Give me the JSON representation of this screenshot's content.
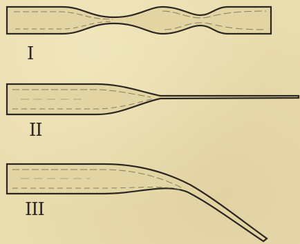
{
  "figure": {
    "labels": [
      "I",
      "II",
      "III"
    ],
    "colors": {
      "paper": "#e9dcae",
      "ink": "#2b2620",
      "shade": "#8a7c60"
    }
  }
}
